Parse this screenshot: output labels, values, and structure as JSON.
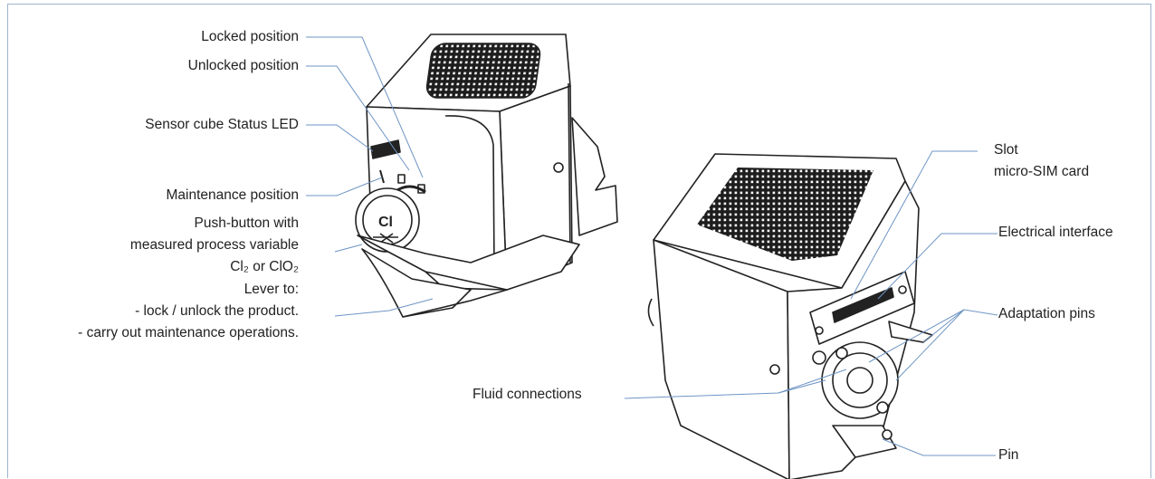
{
  "labels": {
    "locked": "Locked position",
    "unlocked": "Unlocked position",
    "status_led": "Sensor cube Status LED",
    "maintenance": "Maintenance position",
    "pushbutton_line1": "Push-button with",
    "pushbutton_line2": "measured process variable",
    "pushbutton_line3": "Cl₂ or ClO₂",
    "lever_line1": "Lever to:",
    "lever_line2": "- lock / unlock the product.",
    "lever_line3": "- carry out maintenance operations.",
    "slot_line1": "Slot",
    "slot_line2": "micro-SIM card",
    "electrical": "Electrical interface",
    "adaptation": "Adaptation pins",
    "fluid": "Fluid connections",
    "pin": "Pin"
  },
  "colors": {
    "leader": "#6f95c4",
    "frame": "#9fb4cf",
    "outline": "#222222"
  }
}
